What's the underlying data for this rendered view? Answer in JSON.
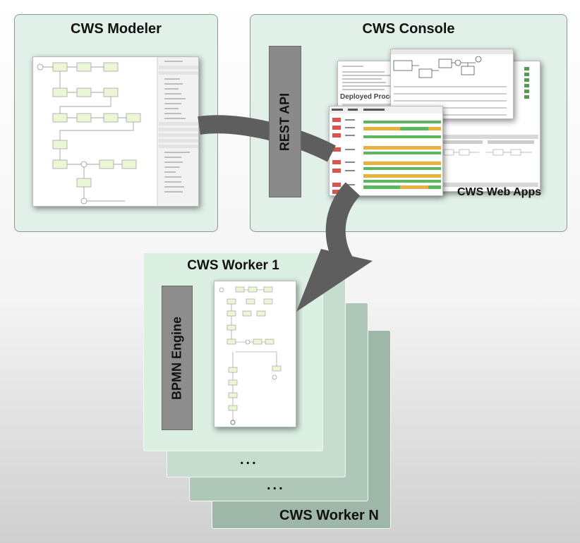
{
  "modeler": {
    "title": "CWS Modeler"
  },
  "console": {
    "title": "CWS Console",
    "rest_api": "REST API",
    "web_apps": "CWS Web Apps",
    "deployed_processes": "Deployed Processes"
  },
  "worker1": {
    "title": "CWS Worker 1",
    "engine": "BPMN Engine"
  },
  "workerN": {
    "title": "CWS Worker N"
  },
  "ellipsis": "...",
  "colors": {
    "panel_bg": "#e1f1e9",
    "arrow": "#5e5e5e",
    "worker_bg": [
      "#d7ebe0",
      "#c5dccf",
      "#b1c9bb",
      "#a1b9ab"
    ]
  }
}
